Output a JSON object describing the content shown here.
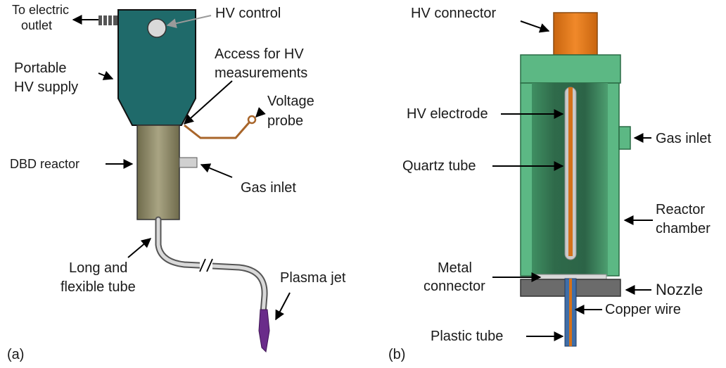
{
  "panel_a": {
    "tag": "(a)",
    "labels": {
      "to_electric_outlet_1": "To electric",
      "to_electric_outlet_2": "outlet",
      "hv_control": "HV control",
      "access_1": "Access for HV",
      "access_2": "measurements",
      "voltage_probe_1": "Voltage",
      "voltage_probe_2": "probe",
      "portable_hv_1": "Portable",
      "portable_hv_2": "HV supply",
      "dbd_reactor": "DBD reactor",
      "gas_inlet": "Gas inlet",
      "long_tube_1": "Long and",
      "long_tube_2": "flexible tube",
      "plasma_jet": "Plasma jet"
    }
  },
  "panel_b": {
    "tag": "(b)",
    "labels": {
      "hv_connector": "HV connector",
      "hv_electrode": "HV electrode",
      "quartz_tube": "Quartz tube",
      "gas_inlet": "Gas inlet",
      "reactor_chamber_1": "Reactor",
      "reactor_chamber_2": "chamber",
      "metal_connector_1": "Metal",
      "metal_connector_2": "connector",
      "nozzle": "Nozzle",
      "copper_wire": "Copper wire",
      "plastic_tube": "Plastic tube"
    }
  },
  "colors": {
    "hv_supply": "#1f6a6a",
    "dbd_reactor": "#8f8a6a",
    "reactor_green": "#5cb884",
    "copper": "#d4711a",
    "probe_wire": "#a8652a",
    "plasma": "#6a2c8a",
    "nozzle_gray": "#6b6b6b"
  }
}
